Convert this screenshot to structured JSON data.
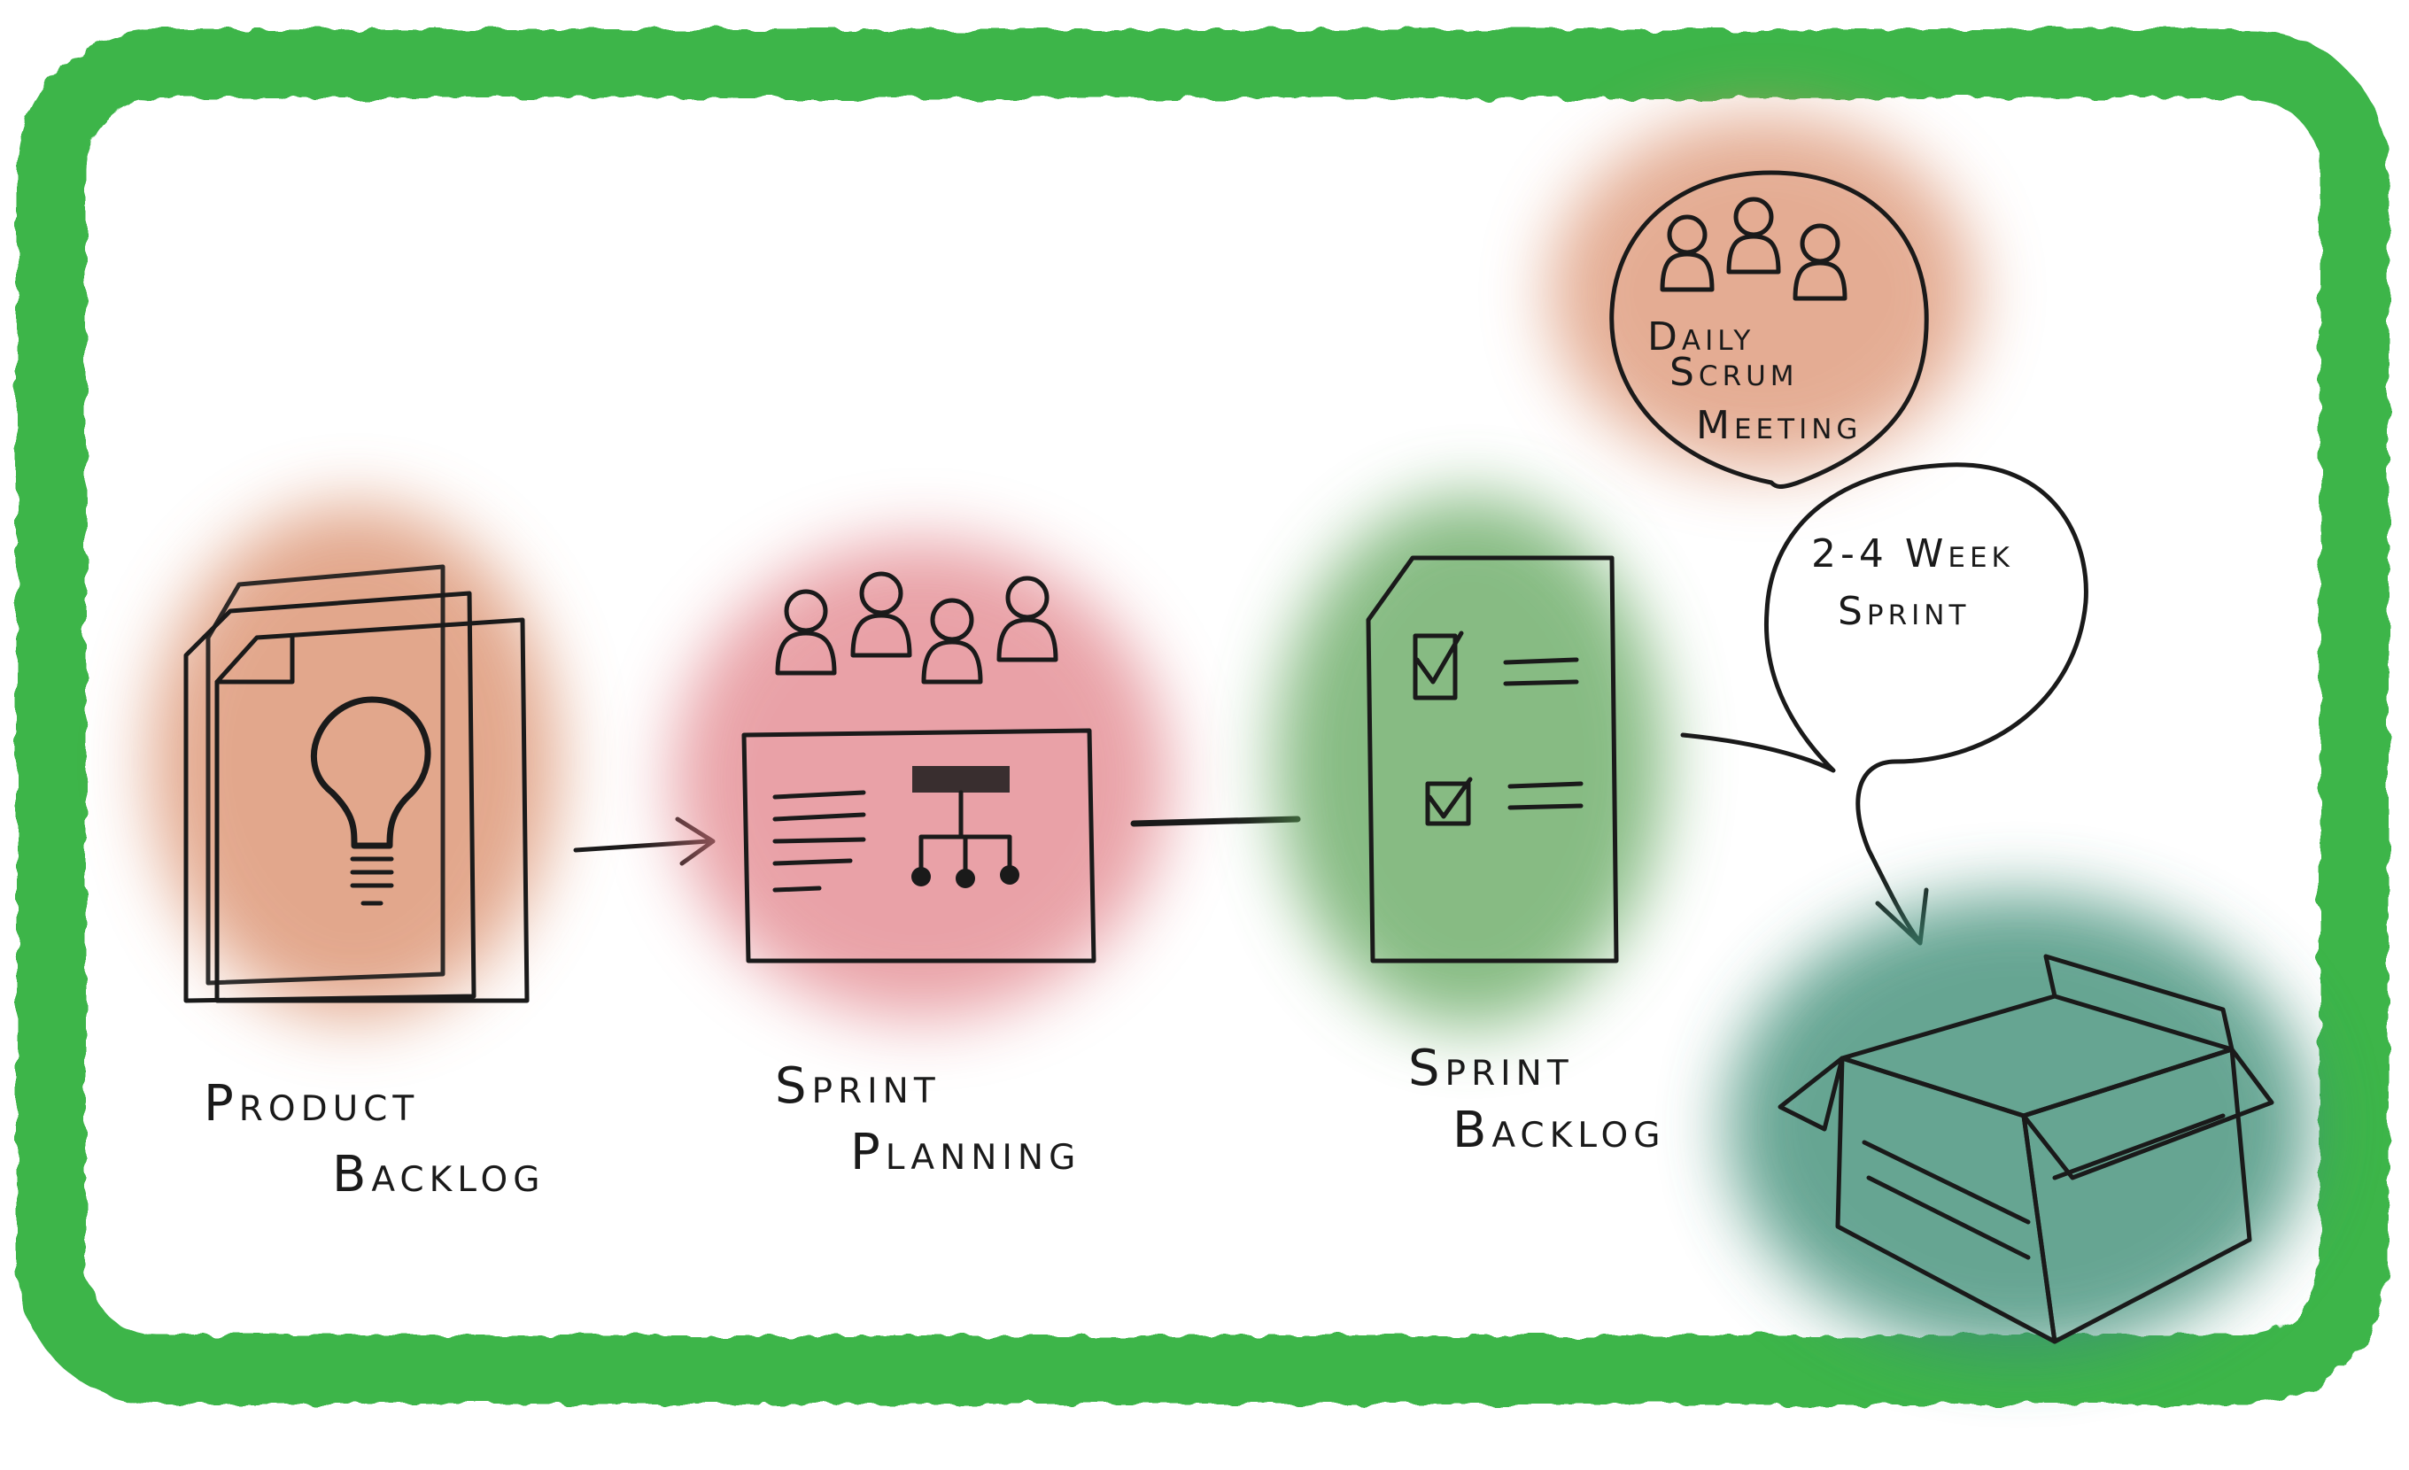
{
  "labels": {
    "product_backlog": [
      "Product",
      "Backlog"
    ],
    "sprint_planning": [
      "Sprint",
      "Planning"
    ],
    "sprint_backlog": [
      "Sprint",
      "Backlog"
    ],
    "daily_scrum": [
      "Daily",
      "Scrum",
      "Meeting"
    ],
    "sprint_length": [
      "2-4 Week",
      "Sprint"
    ]
  },
  "colors": {
    "frame": "#3cb54a",
    "product_backlog": "#d98a66",
    "sprint_planning": "#e07a82",
    "sprint_backlog": "#5fa55a",
    "daily_scrum": "#d98a66",
    "increment_box": "#3f8f78",
    "ink": "#1a1a1a"
  },
  "icons": {
    "product_backlog": "lightbulb-document-stack-icon",
    "sprint_planning": "people-and-hierarchy-board-icon",
    "sprint_backlog": "checklist-document-icon",
    "daily_scrum": "people-group-icon",
    "increment": "open-box-icon"
  }
}
